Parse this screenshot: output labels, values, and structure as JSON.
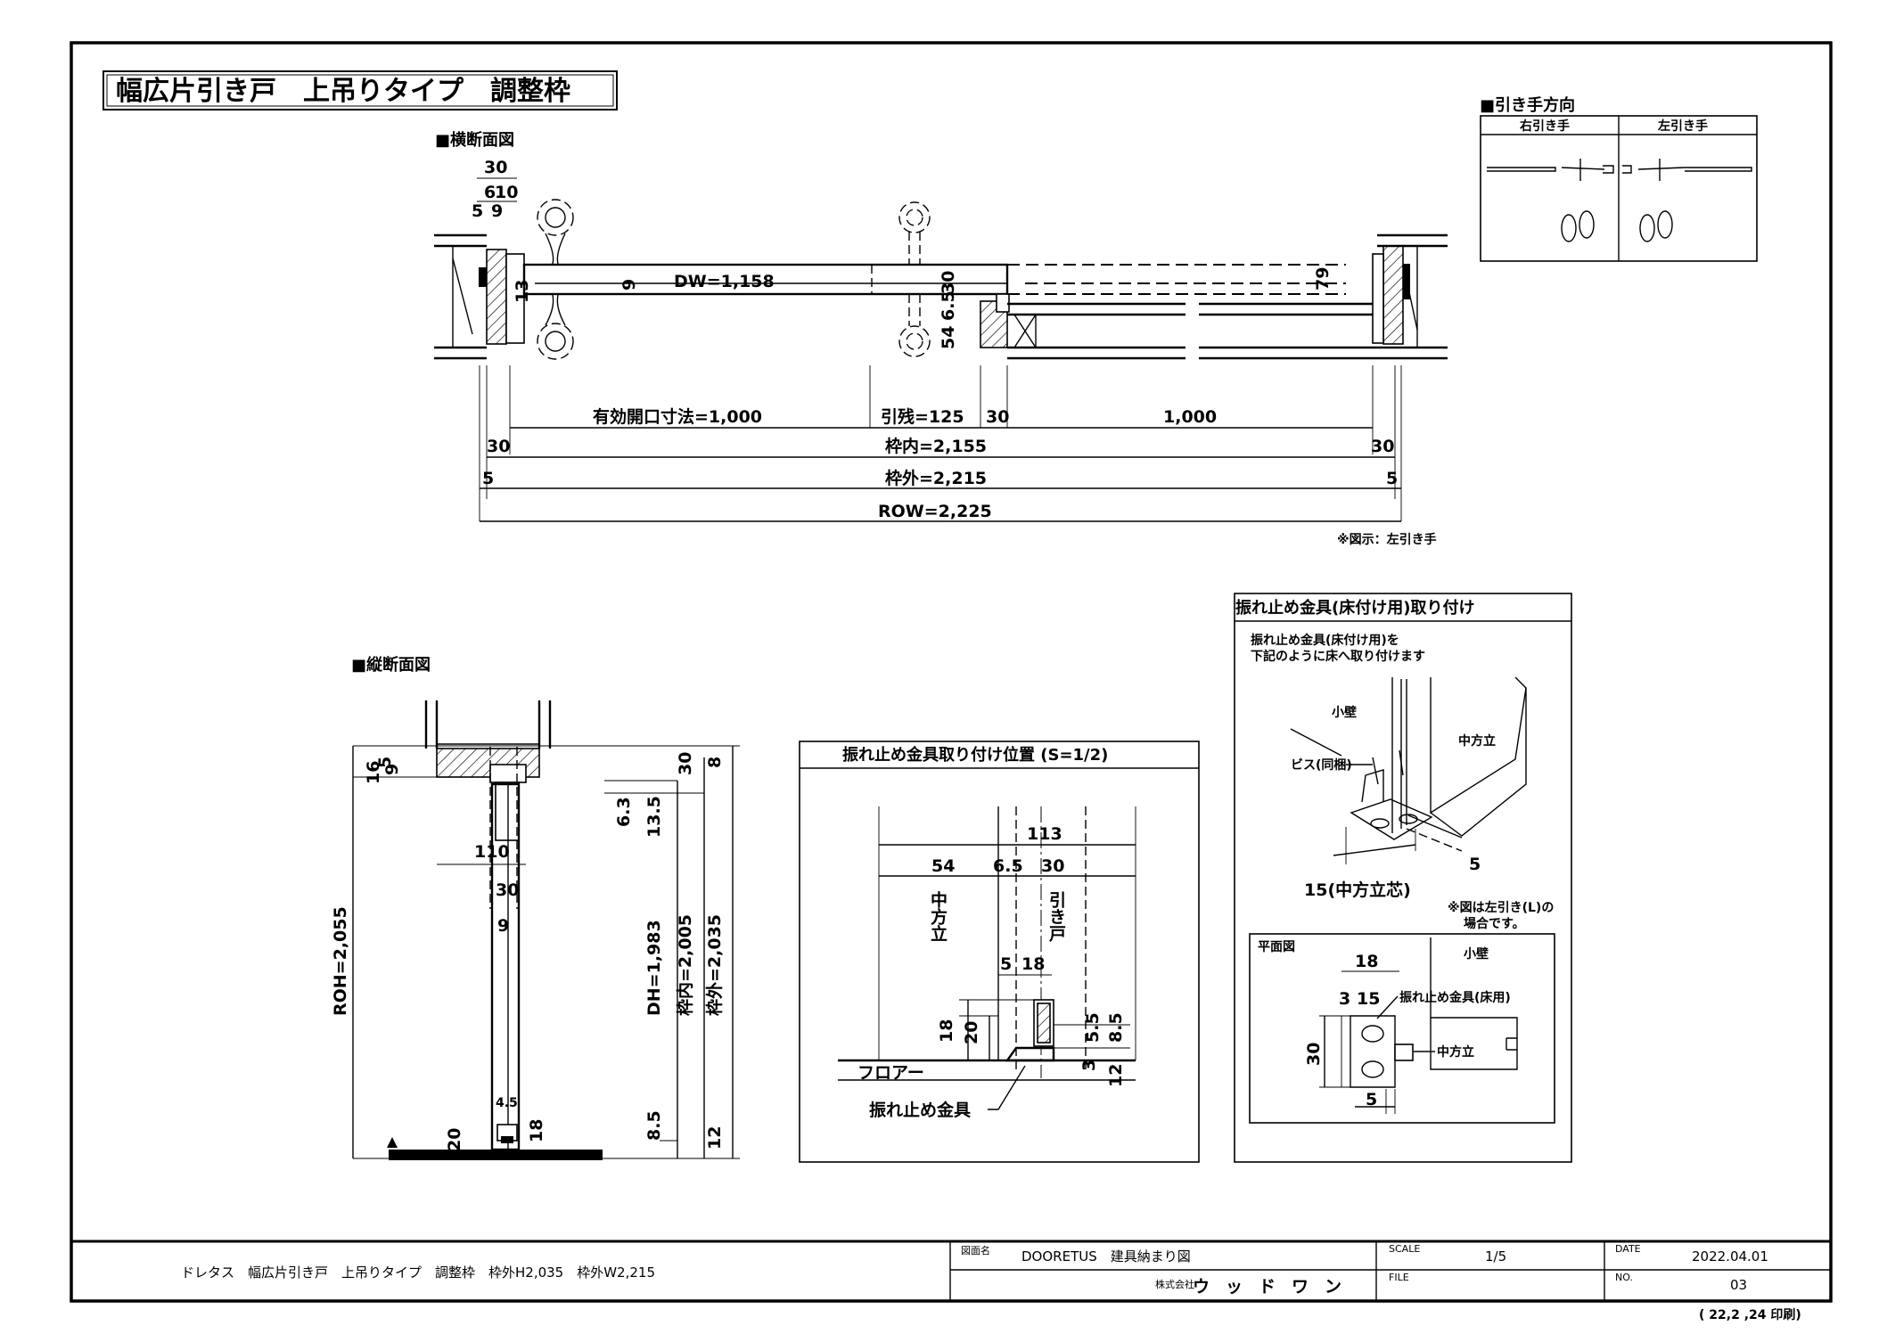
{
  "title": "幅広片引き戸　上吊りタイプ　調整枠",
  "plan_section": {
    "heading": "■横断面図",
    "top_dims": [
      "30",
      "6",
      "10",
      "5",
      "9"
    ],
    "inner_dims": {
      "dw": "DW=1,158",
      "nine": "9",
      "thirteen": "13",
      "thirty": "30",
      "six_five": "6.5",
      "fifty_four": "54",
      "seventy_nine": "79"
    },
    "dims": {
      "effective": "有効開口寸法=1,000",
      "hikizan": "引残=125",
      "thirty": "30",
      "right_span": "1,000",
      "left_30": "30",
      "waku_uchi": "枠内=2,155",
      "right_30": "30",
      "left_5": "5",
      "waku_soto": "枠外=2,215",
      "right_5": "5",
      "row": "ROW=2,225"
    },
    "note": "※図示：左引き手"
  },
  "direction": {
    "heading": "■引き手方向",
    "col_right": "右引き手",
    "col_left": "左引き手"
  },
  "vertical_section": {
    "heading": "■縦断面図",
    "dims": {
      "roh": "ROH=2,055",
      "d16": "16",
      "d5": "5",
      "d9top": "9",
      "d110": "110",
      "d30": "30",
      "d9": "9",
      "d45": "4.5",
      "d20": "20",
      "d18": "18",
      "d63": "6.3",
      "d135": "13.5",
      "dh": "DH=1,983",
      "d85": "8.5",
      "d30b": "30",
      "wakuuchi": "枠内=2,005",
      "d8": "8",
      "wakusoto": "枠外=2,035",
      "d12": "12"
    }
  },
  "stopper_position": {
    "title": "振れ止め金具取り付け位置 (S=1/2)",
    "d113": "113",
    "d54": "54",
    "d65": "6.5",
    "d30": "30",
    "post_label": "中方立",
    "door_label": "引き戸",
    "d5": "5",
    "d18": "18",
    "d18b": "18",
    "d20": "20",
    "d55": "5.5",
    "d85": "8.5",
    "d3": "3",
    "d12": "12",
    "floor": "フロアー",
    "stopper": "振れ止め金具"
  },
  "floor_install": {
    "title": "振れ止め金具(床付け用)取り付け",
    "desc1": "振れ止め金具(床付け用)を",
    "desc2": "下記のように床へ取り付けます",
    "kokabe": "小壁",
    "nakahoudate": "中方立",
    "bisu": "ビス(同梱)",
    "d5": "5",
    "d15": "15(中方立芯)",
    "note1": "※図は左引き(L)の",
    "note2": "場合です。",
    "plan": {
      "label": "平面図",
      "kokabe": "小壁",
      "d18": "18",
      "d3": "3",
      "d15": "15",
      "stopper": "振れ止め金具(床用)",
      "d30": "30",
      "nakahoudate": "中方立",
      "d5": "5"
    }
  },
  "title_block": {
    "description": "ドレタス　幅広片引き戸　上吊りタイプ　調整枠　枠外H2,035　枠外W2,215",
    "drawing_name_label": "図面名",
    "drawing_name": "DOORETUS　建具納まり図",
    "scale_label": "SCALE",
    "scale": "1/5",
    "date_label": "DATE",
    "date": "2022.04.01",
    "company_label": "株式会社",
    "company": "ウッドワン",
    "file_label": "FILE",
    "no_label": "NO.",
    "no": "03",
    "print_note": "( 22,2 ,24 印刷)"
  }
}
